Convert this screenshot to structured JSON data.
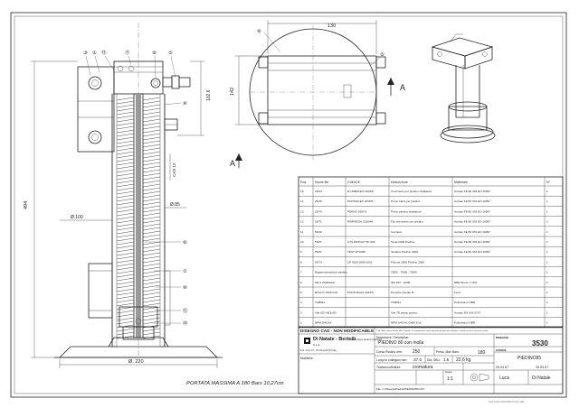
{
  "dims": {
    "top_width": "130",
    "side_height_small": "102.6",
    "overall_height": "494",
    "diameter_tube": "Ø.100",
    "diameter_inner": "Ø.85",
    "base_diameter": "Ø. 220",
    "section_height": "142",
    "spring_label": "CAS 12"
  },
  "balloons_top": [
    "③",
    "①",
    "⑬",
    "⑪",
    "⑨",
    "⑤"
  ],
  "balloons_right": [
    "④",
    "⑥",
    "⑦",
    "⑩",
    "⑫",
    "⑭"
  ],
  "section_balloons": [
    "⑥",
    "⑤"
  ],
  "section_letter": "A",
  "capacity_text": "PORTATA MASSIMA A 180 Bars 10,27cm",
  "bom": {
    "headers": [
      "Pos.",
      "Nome file",
      "CODICE",
      "Descrizione",
      "Materiale",
      "N°"
    ],
    "rows": [
      [
        "15",
        "25/13",
        "DY-MERLE/T-2001/5",
        "Cuscinetto per piedino ribaltatore",
        "Acciaio FE 80 UNI EN 10097",
        "1"
      ],
      [
        "14",
        "25/15",
        "PUNTAFLEX 2016/5",
        "Perno barra per piedino",
        "Acciaio FE 80 UNI EN 10097",
        "1"
      ],
      [
        "13",
        "25/76",
        "PERNO 025/76",
        "Perno piedino ribaltatore",
        "Acciaio FE 80 UNI EN 10097",
        "1"
      ],
      [
        "12",
        "25/71",
        "RIMPIEGNI 2016/46",
        "Filo prevedere per piedino",
        "Acciaio FE 80 UNI EN 10097",
        "2"
      ],
      [
        "11",
        "55/10",
        "",
        "Cerniera",
        "Acciaio FE 80 UNI EN 10097",
        "1"
      ],
      [
        "10",
        "55/37",
        "CTS RS/FGS* 6P 20C",
        "Testa 2006 Piedino",
        "Acciaio FE 80 UNI EN 10097",
        "1"
      ],
      [
        "9",
        "55/37",
        "TEST M70036",
        "Tastatra Piedino 2006",
        "Acciaio FE 80 UNI EN 10097",
        "1"
      ],
      [
        "8",
        "55/73",
        "CF 0320 2006 0001",
        "Pistone 2006 Piedino 2006",
        "",
        "1"
      ],
      [
        "7",
        "Rappresentazione piedino",
        "",
        "75/05 - 75/05 - 75/05",
        "",
        "1"
      ],
      [
        "6",
        "OR 2 ISOParker",
        "",
        "OR 153 - 10/05",
        "NBR Shore 7 10%",
        "1"
      ],
      [
        "5",
        "ROLLO 15x5xCx5",
        "PUNTOFLEX 2021/5",
        "Pernotto tramite M",
        "Ferro",
        "1"
      ],
      [
        "4",
        "TUBINA",
        "",
        "TUBINA",
        "Poliuretano NBR",
        "1"
      ],
      [
        "3",
        "Vite ISO M16x50",
        "",
        "Vite TE passo grosso",
        "Acciaio 8.8 UNI 5737",
        "1"
      ],
      [
        "2",
        "NPM 3/4GAS",
        "",
        "NPM 3/4GAS OHM 3/16",
        "Poliuretano NBR",
        "1"
      ]
    ]
  },
  "title_block": {
    "drawing_note": "DISEGNO CAD - NON MODIFICABILE",
    "rights_note": "Tutti i diritti sono riservati alla Di Natale. La riproduzione anche parziale del presente disegno è vietata senza il consenso scritto",
    "company_name": "Di Natale - Bertelli",
    "company_suffix": "S.p.A.",
    "company_sub": "costruzione attrezzi industriali",
    "address": "S.S. 3 Km 21 - Via Venezia (FI) Italy",
    "desc_label": "Descrizione / Description:",
    "description": "PIEDINO 80 con molla",
    "drawing_no_label": "DISEGNO",
    "drawing_no": "3530",
    "code_label": "CODICE",
    "code": "PIEDINO85",
    "corsa_label": "Corsa Piedino mm:",
    "corsa": "250",
    "pmax_label": "Press. Max Bars:",
    "pmax": "180",
    "lung_label": "Lung.ho collegam mm:",
    "lung": ".37.5",
    "dia_label": "Dia. SBU:",
    "dia": "1,5",
    "weight": "22,6 kg",
    "finish_label": "Trattam.to/finiture:",
    "finish": "cromatura",
    "scale_label": "Scala",
    "scale": "1:1",
    "date": "25.03.07",
    "author": "Luca",
    "date2": "25.03.07",
    "owner": "Di Natale",
    "modif_label": "Modifiche:",
    "file_path": "File: C:/Disegni/Piedini/PIEDINO85 DFT",
    "sheet_foot": "NOT FOR CONSTRUCTION USE"
  }
}
